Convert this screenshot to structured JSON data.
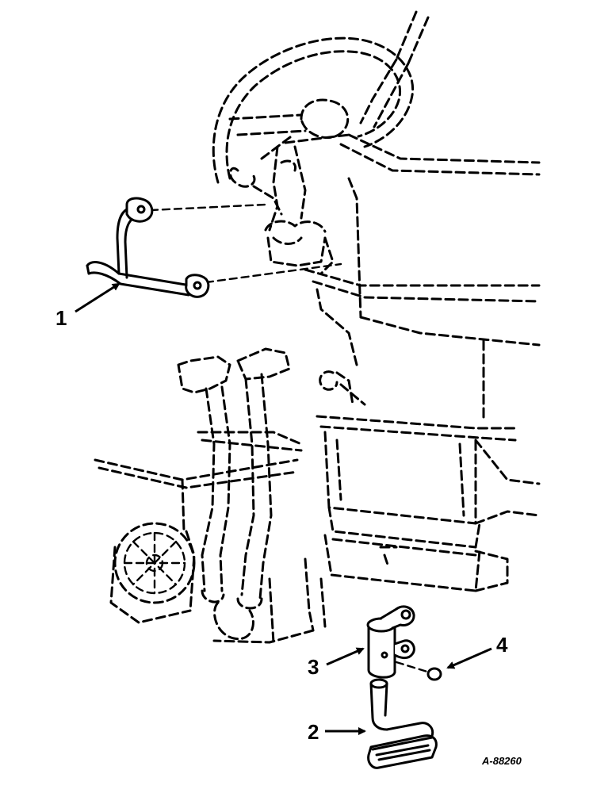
{
  "figure": {
    "reference_number": "A-88260",
    "callouts": [
      {
        "id": "1",
        "label": "1"
      },
      {
        "id": "2",
        "label": "2"
      },
      {
        "id": "3",
        "label": "3"
      },
      {
        "id": "4",
        "label": "4"
      }
    ]
  }
}
